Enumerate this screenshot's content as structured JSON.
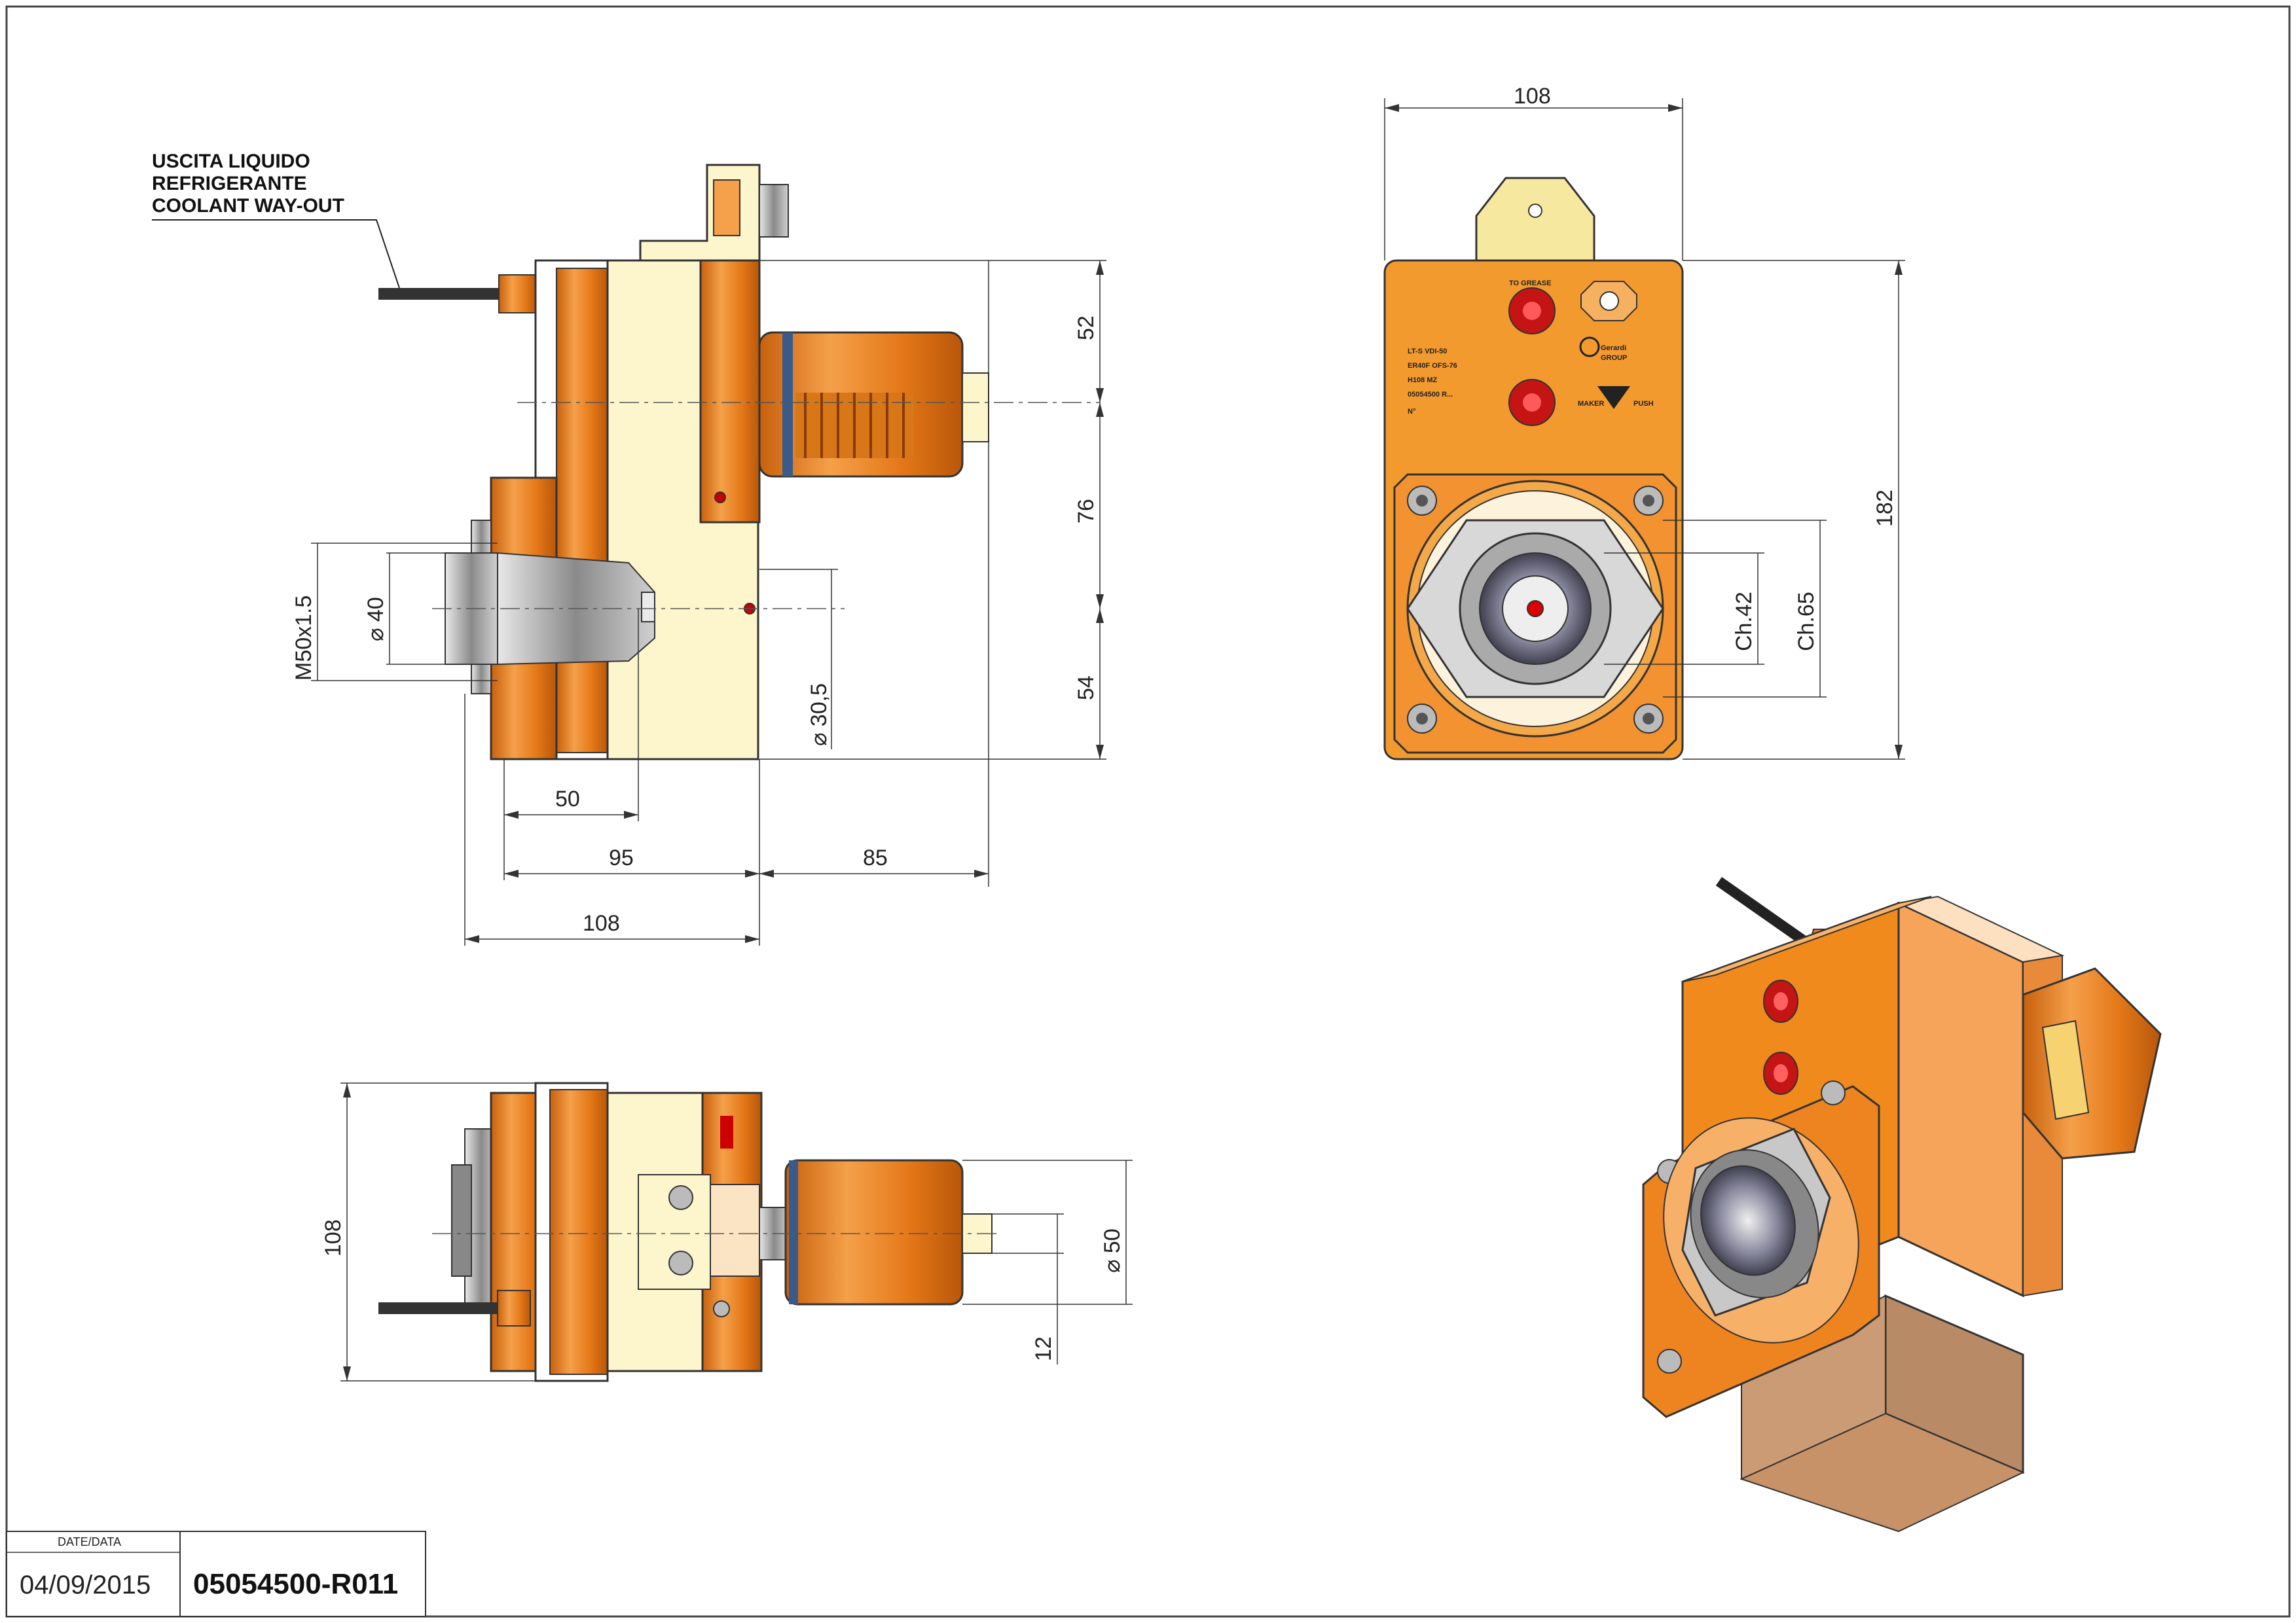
{
  "note": {
    "line1": "USCITA LIQUIDO",
    "line2": "REFRIGERANTE",
    "line3": "COOLANT WAY-OUT"
  },
  "side_view_dims": {
    "d52": "52",
    "d76": "76",
    "d54": "54",
    "thread": "M50x1.5",
    "dia40": "⌀ 40",
    "dia30": "⌀ 30,5",
    "d50": "50",
    "d95": "95",
    "d85": "85",
    "d108": "108"
  },
  "front_view_dims": {
    "width": "108",
    "height": "182",
    "ch42": "Ch.42",
    "ch65": "Ch.65"
  },
  "top_view_dims": {
    "height": "108",
    "dia50": "⌀ 50",
    "d12": "12"
  },
  "plate_text": {
    "to_grease": "TO GREASE",
    "line1": "LT-S VDI-50",
    "line2": "ER40F OFS-76",
    "line3": "H108 MZ",
    "line4": "05054500 R...",
    "line5": "N°",
    "logo": "Gerardi",
    "logo_sub": "GROUP",
    "arrow_label_a": "MAKER",
    "arrow_label_b": "PUSH"
  },
  "title_block": {
    "date_label": "DATE/DATA",
    "date": "04/09/2015",
    "code": "05054500-R011"
  },
  "colors": {
    "orange": "#f08a1c",
    "dark_orange": "#d96a10",
    "cream": "#fdf6cc",
    "steel": "#b0b0b0"
  }
}
